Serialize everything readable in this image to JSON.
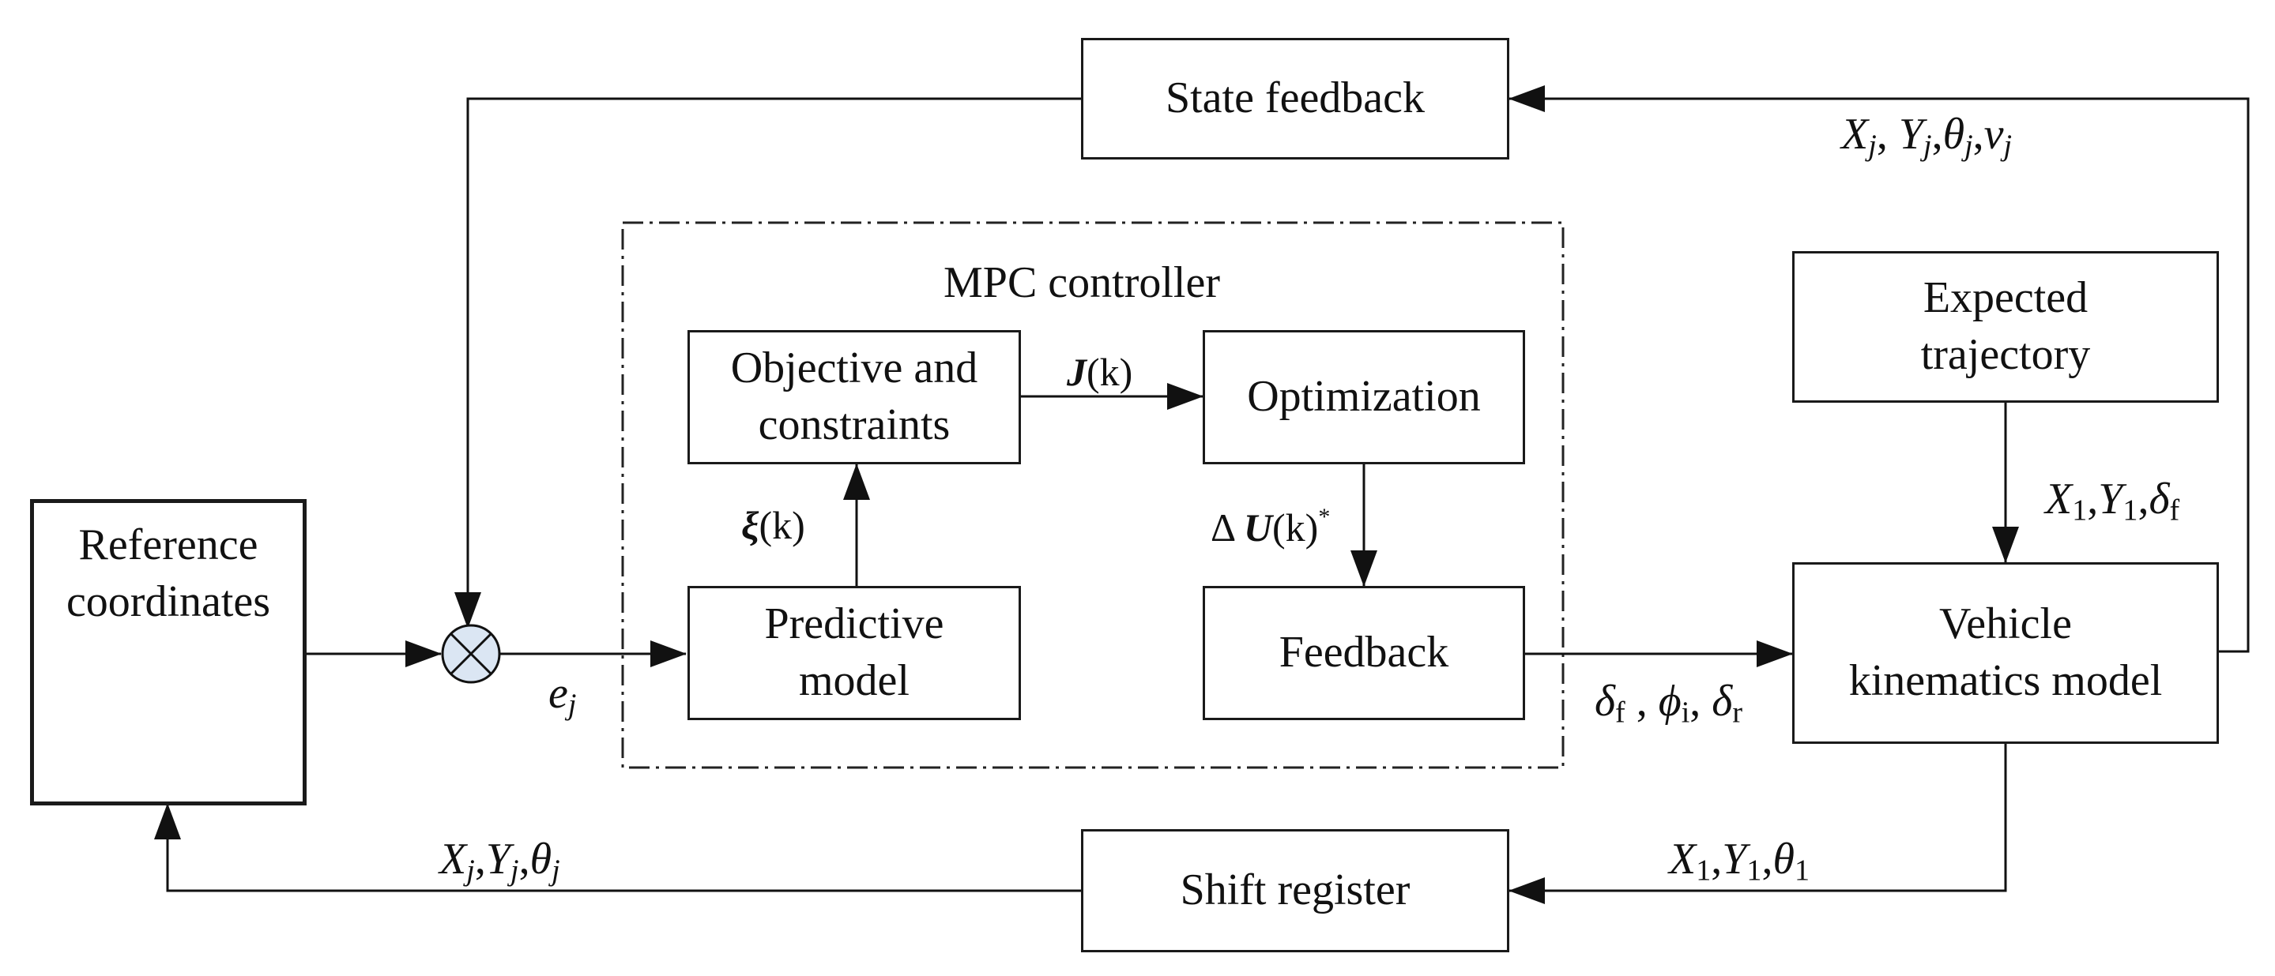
{
  "blocks": {
    "state_feedback": "State feedback",
    "reference_coordinates": "Reference\ncoordinates",
    "mpc_controller": "MPC controller",
    "objective_constraints": "Objective and\nconstraints",
    "optimization": "Optimization",
    "predictive_model": "Predictive\nmodel",
    "feedback": "Feedback",
    "expected_trajectory": "Expected\ntrajectory",
    "vehicle_model": "Vehicle\nkinematics model",
    "shift_register": "Shift register"
  },
  "signals": {
    "feedback_state": {
      "x": "X",
      "x_sub": "j",
      "y": "Y",
      "y_sub": "j",
      "theta": "θ",
      "theta_sub": "j",
      "v": "v",
      "v_sub": "j"
    },
    "error": {
      "e": "e",
      "e_sub": "j"
    },
    "cost": {
      "j": "J",
      "k": "(k)"
    },
    "state_vector": {
      "xi": "ξ",
      "k": "(k)"
    },
    "control_increment": {
      "delta": "Δ",
      "u": "U",
      "k": "(k)",
      "star": "*"
    },
    "control_outputs": {
      "d1": "δ",
      "d1_sub": "f",
      "phi": "ϕ",
      "phi_sub": "i",
      "d2": "δ",
      "d2_sub": "r"
    },
    "trajectory_in": {
      "x": "X",
      "x_sub": "1",
      "y": "Y",
      "y_sub": "1",
      "d": "δ",
      "d_sub": "f"
    },
    "vehicle_out": {
      "x": "X",
      "x_sub": "1",
      "y": "Y",
      "y_sub": "1",
      "theta": "θ",
      "theta_sub": "1"
    },
    "shift_out": {
      "x": "X",
      "x_sub": "j",
      "y": "Y",
      "y_sub": "j",
      "theta": "θ",
      "theta_sub": "j"
    }
  }
}
